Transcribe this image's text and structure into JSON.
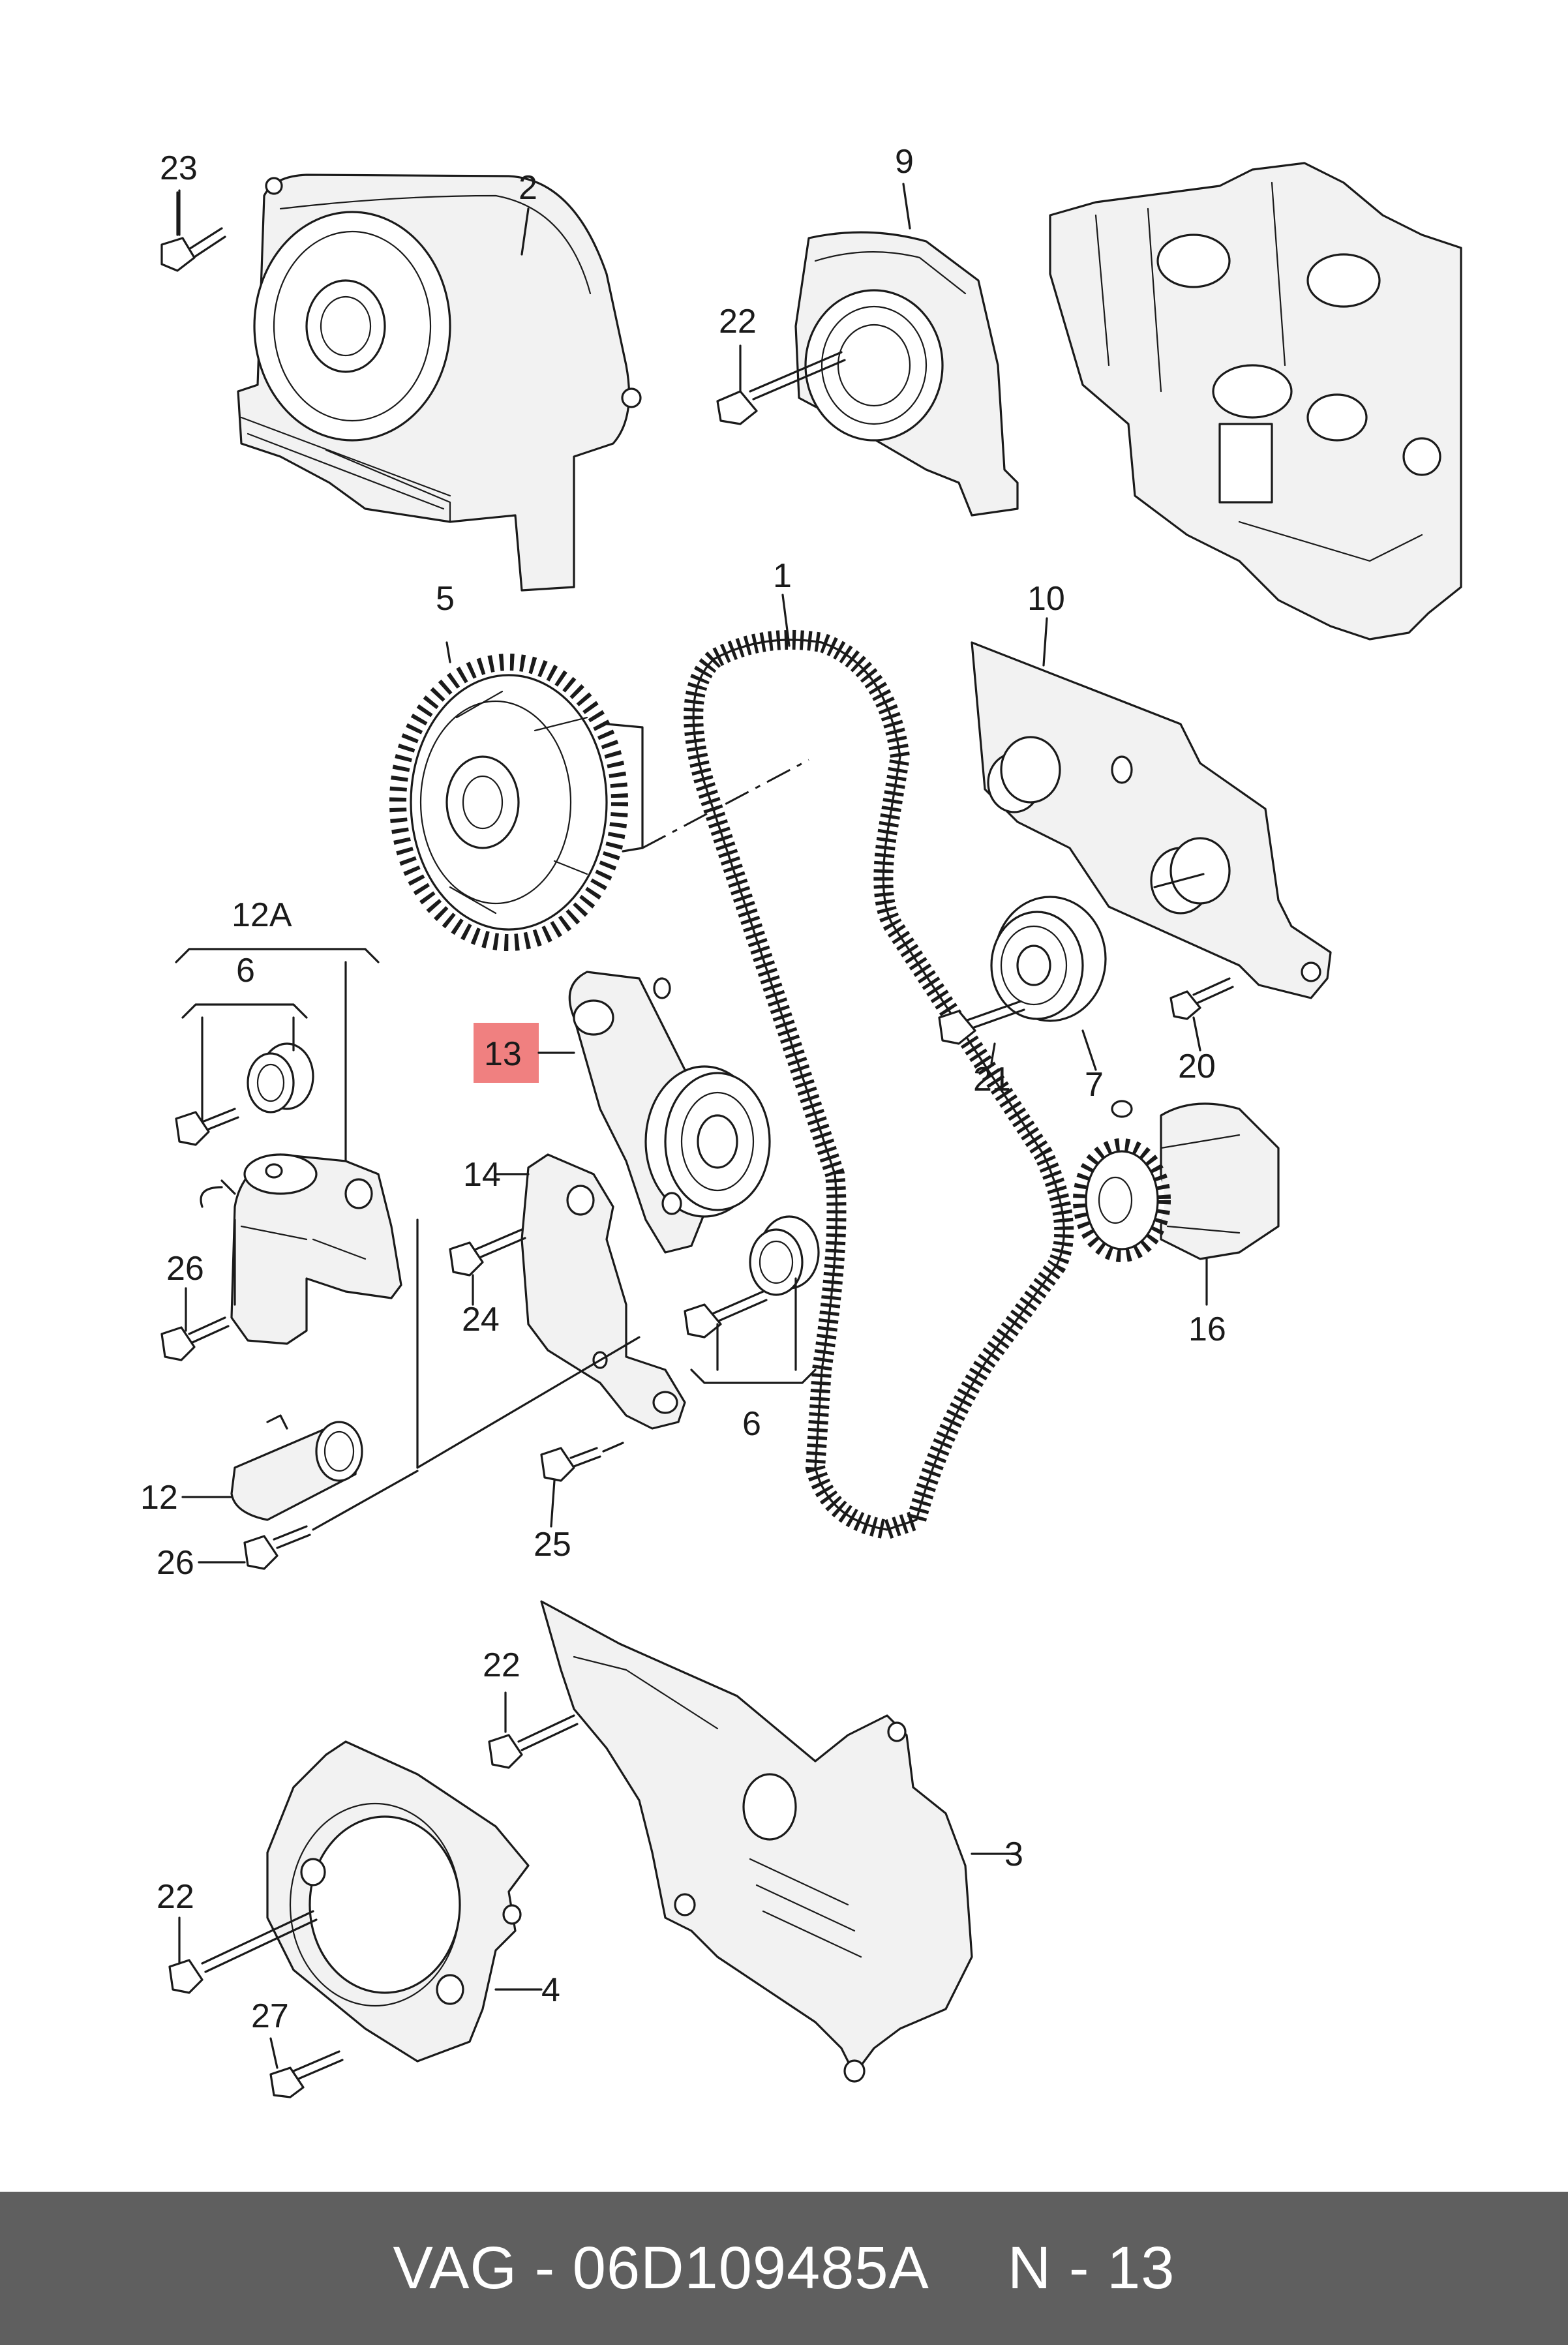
{
  "callouts": {
    "c23": "23",
    "c2": "2",
    "c9": "9",
    "c22a": "22",
    "c5": "5",
    "c1": "1",
    "c10": "10",
    "c12A": "12A",
    "c6a": "6",
    "c13": "13",
    "c14": "14",
    "c26a": "26",
    "c24": "24",
    "c6b": "6",
    "c21": "21",
    "c7": "7",
    "c20": "20",
    "c16": "16",
    "c12": "12",
    "c26b": "26",
    "c25": "25",
    "c22b": "22",
    "c3": "3",
    "c22c": "22",
    "c4": "4",
    "c27": "27"
  },
  "highlight": {
    "label": "13",
    "color": "#f08080"
  },
  "footer": {
    "brand": "VAG",
    "separator": "-",
    "part_number": "06D109485A",
    "position": "N - 13"
  },
  "colors": {
    "footer_bg": "#5f5f5f",
    "footer_text": "#ffffff",
    "line": "#1a1a1a"
  }
}
